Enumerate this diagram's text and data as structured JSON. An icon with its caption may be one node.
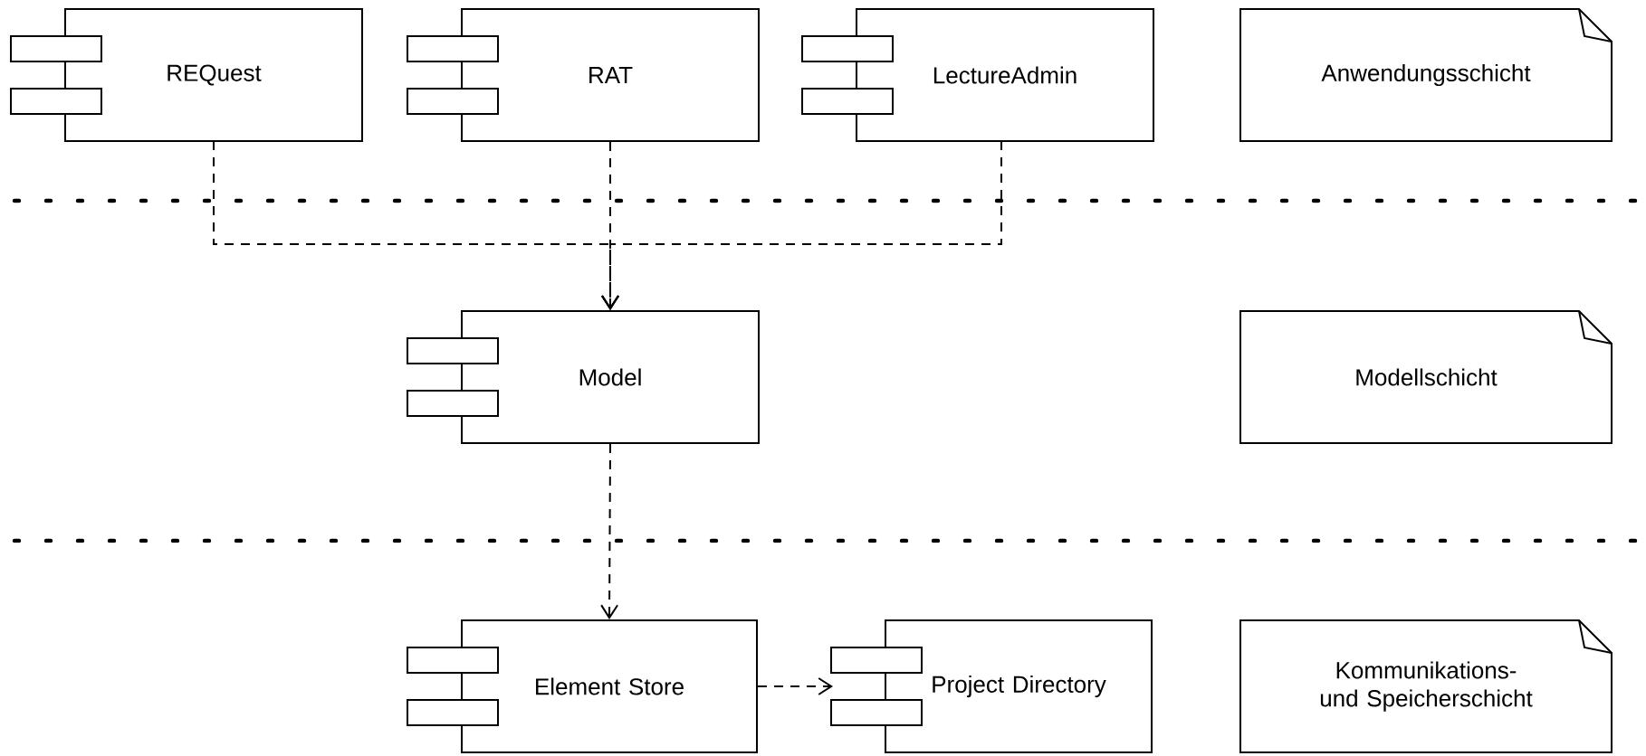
{
  "diagram": {
    "nodes": [
      {
        "text": [
          "REQuest"
        ]
      },
      {
        "text": [
          "RAT"
        ]
      },
      {
        "text": [
          "LectureAdmin"
        ]
      },
      {
        "text": [
          "Anwendungsschicht"
        ]
      },
      {
        "text": [
          "Model"
        ]
      },
      {
        "text": [
          "Modellschicht"
        ]
      },
      {
        "text": [
          "Element Store"
        ]
      },
      {
        "text": [
          "Project Directory"
        ]
      },
      {
        "text": [
          "Kommunikations- und Speicherschicht"
        ]
      }
    ],
    "edges": [
      {
        "from": 0,
        "to": 4,
        "arrow": "to",
        "style": "dashed"
      },
      {
        "from": 1,
        "to": 4,
        "arrow": "to",
        "style": "dashed"
      },
      {
        "from": 2,
        "to": 4,
        "arrow": "to",
        "style": "dashed"
      },
      {
        "from": 4,
        "to": 6,
        "arrow": "to",
        "style": "dashed"
      },
      {
        "from": 6,
        "to": 7,
        "arrow": "to",
        "style": "dashed"
      }
    ]
  }
}
